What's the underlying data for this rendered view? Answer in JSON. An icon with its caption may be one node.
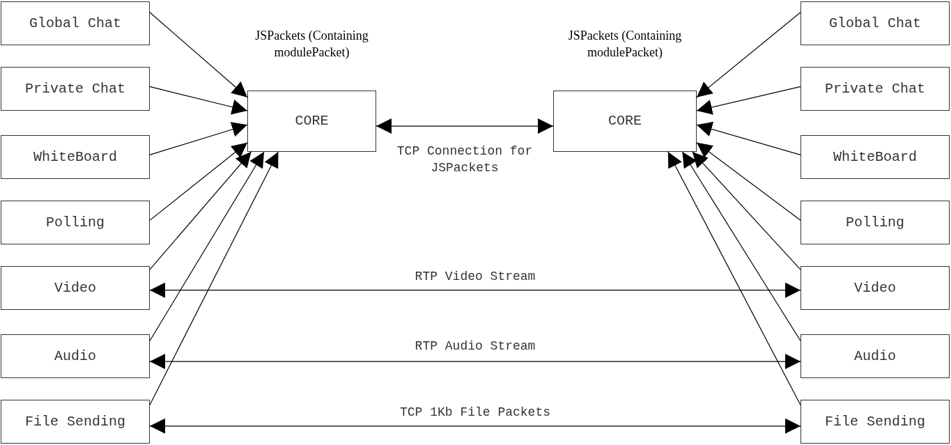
{
  "diagram": {
    "nodes": [
      {
        "text": [
          "Global Chat"
        ]
      },
      {
        "text": [
          "Private Chat"
        ]
      },
      {
        "text": [
          "WhiteBoard"
        ]
      },
      {
        "text": [
          "Polling"
        ]
      },
      {
        "text": [
          "Video"
        ]
      },
      {
        "text": [
          "Audio"
        ]
      },
      {
        "text": [
          "File Sending"
        ]
      },
      {
        "text": [
          "CORE"
        ],
        "beside": [
          "JSPackets (Containing modulePacket)"
        ]
      },
      {
        "text": [
          "CORE"
        ],
        "beside": [
          "JSPackets (Containing modulePacket)"
        ]
      },
      {
        "text": [
          "Global Chat"
        ]
      },
      {
        "text": [
          "Private Chat"
        ]
      },
      {
        "text": [
          "WhiteBoard"
        ]
      },
      {
        "text": [
          "Polling"
        ]
      },
      {
        "text": [
          "Video"
        ]
      },
      {
        "text": [
          "Audio"
        ]
      },
      {
        "text": [
          "File Sending"
        ]
      }
    ],
    "edges": [
      {
        "from": 0,
        "to": 7,
        "arrow": "to"
      },
      {
        "from": 1,
        "to": 7,
        "arrow": "to"
      },
      {
        "from": 2,
        "to": 7,
        "arrow": "to"
      },
      {
        "from": 3,
        "to": 7,
        "arrow": "to"
      },
      {
        "from": 4,
        "to": 7,
        "arrow": "to"
      },
      {
        "from": 5,
        "to": 7,
        "arrow": "to"
      },
      {
        "from": 6,
        "to": 7,
        "arrow": "to"
      },
      {
        "from": 7,
        "to": 8,
        "arrow": "both",
        "label": "TCP Connection for JSPackets"
      },
      {
        "from": 9,
        "to": 8,
        "arrow": "to"
      },
      {
        "from": 10,
        "to": 8,
        "arrow": "to"
      },
      {
        "from": 11,
        "to": 8,
        "arrow": "to"
      },
      {
        "from": 12,
        "to": 8,
        "arrow": "to"
      },
      {
        "from": 13,
        "to": 8,
        "arrow": "to"
      },
      {
        "from": 14,
        "to": 8,
        "arrow": "to"
      },
      {
        "from": 15,
        "to": 8,
        "arrow": "to"
      },
      {
        "from": 4,
        "to": 13,
        "arrow": "both",
        "label": "RTP Video Stream"
      },
      {
        "from": 5,
        "to": 14,
        "arrow": "both",
        "label": "RTP Audio Stream"
      },
      {
        "from": 6,
        "to": 15,
        "arrow": "both",
        "label": "TCP 1Kb File Packets"
      }
    ]
  }
}
